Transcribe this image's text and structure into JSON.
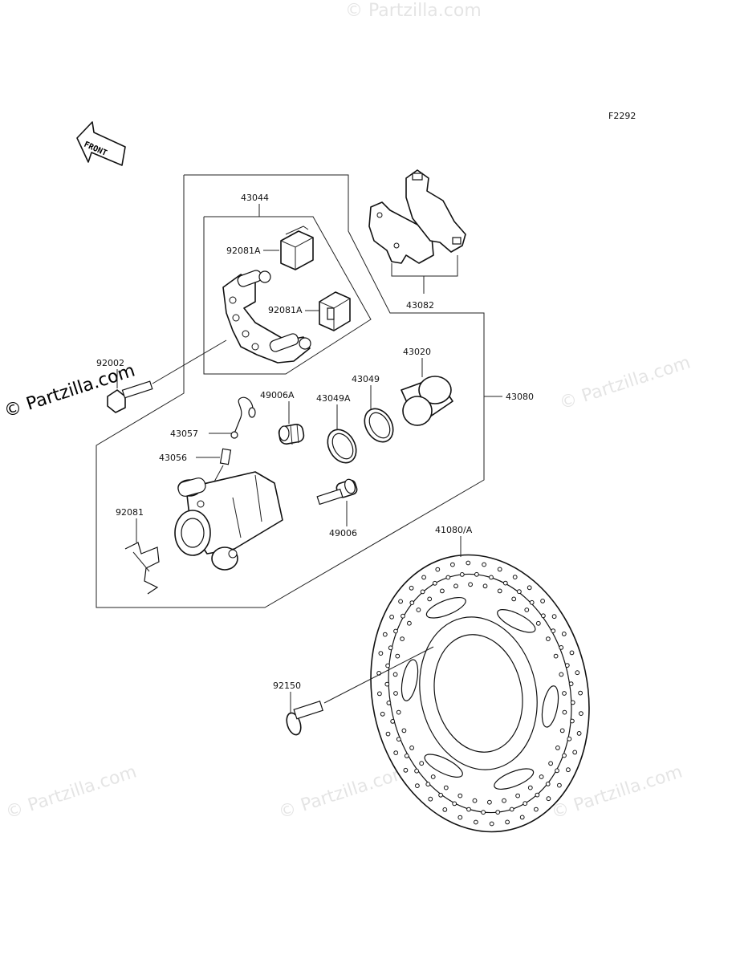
{
  "figure_code": "F2292",
  "front_label": "FRONT",
  "watermark": "© Partzilla.com",
  "parts": {
    "p43044": "43044",
    "p92081A_1": "92081A",
    "p92081A_2": "92081A",
    "p92002": "92002",
    "p43082": "43082",
    "p43020": "43020",
    "p43049": "43049",
    "p43049A": "43049A",
    "p49006A": "49006A",
    "p43080": "43080",
    "p43057": "43057",
    "p43056": "43056",
    "p92081": "92081",
    "p49006": "49006",
    "p41080A": "41080/A",
    "p92150": "92150"
  }
}
